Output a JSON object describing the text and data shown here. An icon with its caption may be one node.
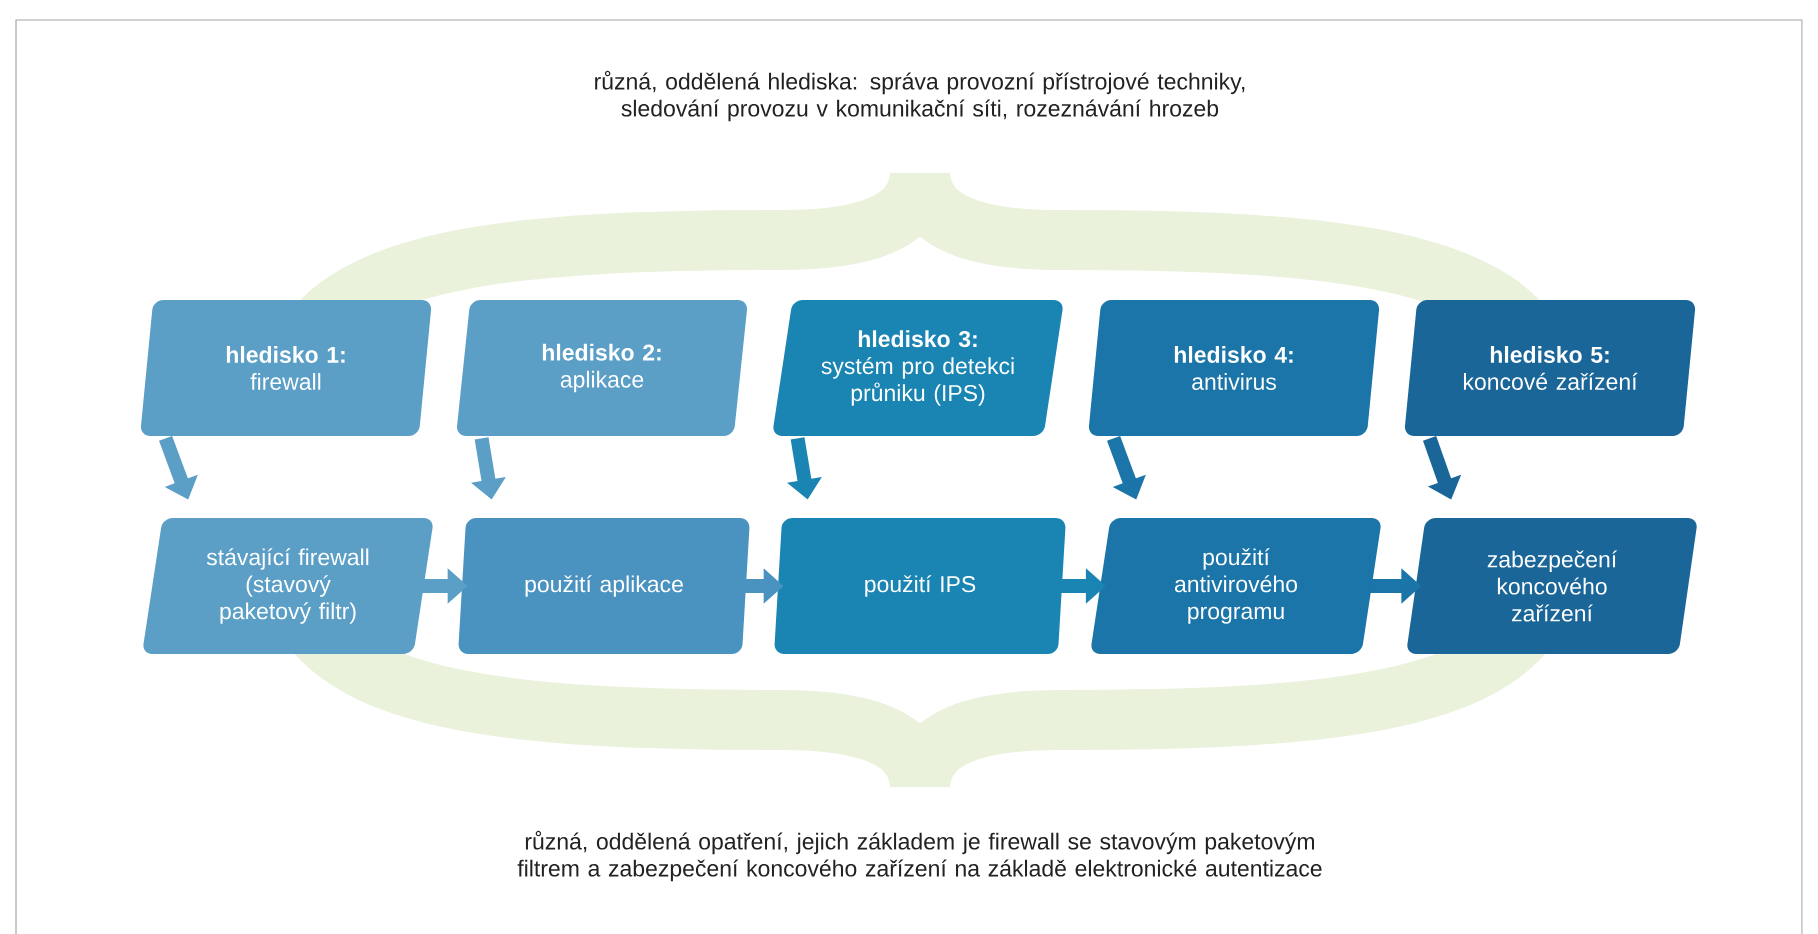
{
  "diagram": {
    "nodes": [
      {
        "text": [
          "hledisko 1:",
          "firewall"
        ]
      },
      {
        "text": [
          "hledisko 2:",
          "aplikace"
        ]
      },
      {
        "text": [
          "hledisko 3:",
          "systém pro detekci průniku (IPS)"
        ]
      },
      {
        "text": [
          "hledisko 4:",
          "antivirus"
        ]
      },
      {
        "text": [
          "hledisko 5:",
          "koncové zařízení"
        ]
      },
      {
        "text": [
          "stávající firewall (stavový paketový filtr)"
        ]
      },
      {
        "text": [
          "použití aplikace"
        ]
      },
      {
        "text": [
          "použití IPS"
        ]
      },
      {
        "text": [
          "použití antivirového programu"
        ]
      },
      {
        "text": [
          "zabezpečení koncového zařízení"
        ]
      }
    ],
    "edges": [
      {
        "from": 0,
        "to": 5,
        "arrow": "to"
      },
      {
        "from": 1,
        "to": 6,
        "arrow": "to"
      },
      {
        "from": 2,
        "to": 7,
        "arrow": "to"
      },
      {
        "from": 3,
        "to": 8,
        "arrow": "to"
      },
      {
        "from": 4,
        "to": 9,
        "arrow": "to"
      },
      {
        "from": 5,
        "to": 6,
        "arrow": "to"
      },
      {
        "from": 6,
        "to": 7,
        "arrow": "to"
      },
      {
        "from": 7,
        "to": 8,
        "arrow": "to"
      },
      {
        "from": 8,
        "to": 9,
        "arrow": "to"
      }
    ],
    "labels": [
      "různá, oddělená hlediska: správa provozní přístrojové techniky, sledování provozu v komunikační síti, rozeznávání hrozeb",
      "různá, oddělená opatření, jejich základem je firewall se stavovým paketovým filtrem a zabezpečení koncového zařízení na základě elektronické autentizace"
    ]
  }
}
